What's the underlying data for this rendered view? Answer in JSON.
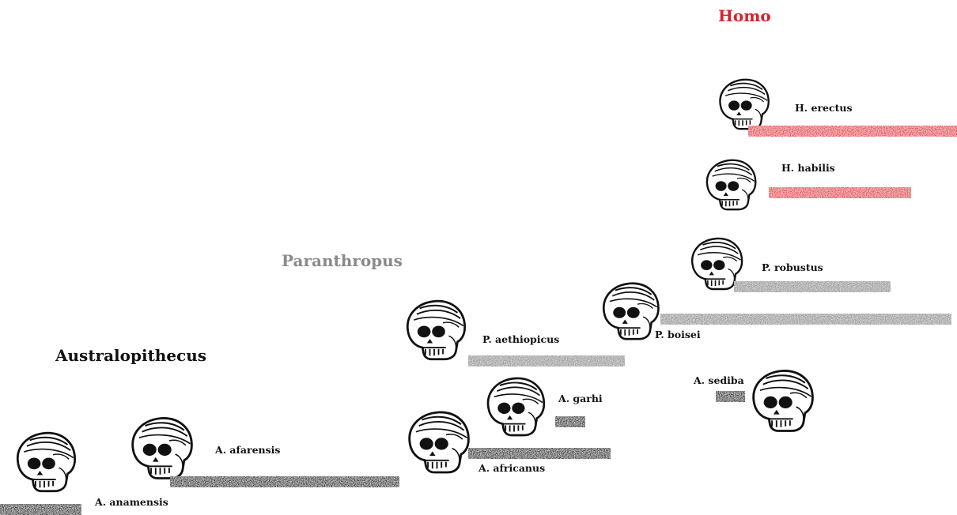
{
  "genera": {
    "australopithecus": {
      "label": "Australopithecus",
      "color": "#111111"
    },
    "paranthropus": {
      "label": "Paranthropus",
      "color": "#8a8a8a"
    },
    "homo": {
      "label": "Homo",
      "color": "#d4242c"
    }
  },
  "species": {
    "a_anamensis": {
      "label": "A. anamensis",
      "icon": "skull-icon"
    },
    "a_afarensis": {
      "label": "A. afarensis",
      "icon": "skull-icon"
    },
    "a_africanus": {
      "label": "A. africanus",
      "icon": "skull-icon"
    },
    "a_garhi": {
      "label": "A. garhi",
      "icon": "skull-icon"
    },
    "a_sediba": {
      "label": "A. sediba",
      "icon": "skull-icon"
    },
    "p_aethiopicus": {
      "label": "P. aethiopicus",
      "icon": "skull-icon"
    },
    "p_boisei": {
      "label": "P. boisei",
      "icon": "skull-icon"
    },
    "p_robustus": {
      "label": "P. robustus",
      "icon": "skull-icon"
    },
    "h_habilis": {
      "label": "H. habilis",
      "icon": "skull-icon"
    },
    "h_erectus": {
      "label": "H. erectus",
      "icon": "skull-icon"
    }
  },
  "colors": {
    "australopithecus_bar": "#3b3b3b",
    "paranthropus_bar": "#9a9a9a",
    "homo_bar": "#e84a54",
    "skull_ink": "#111111"
  }
}
